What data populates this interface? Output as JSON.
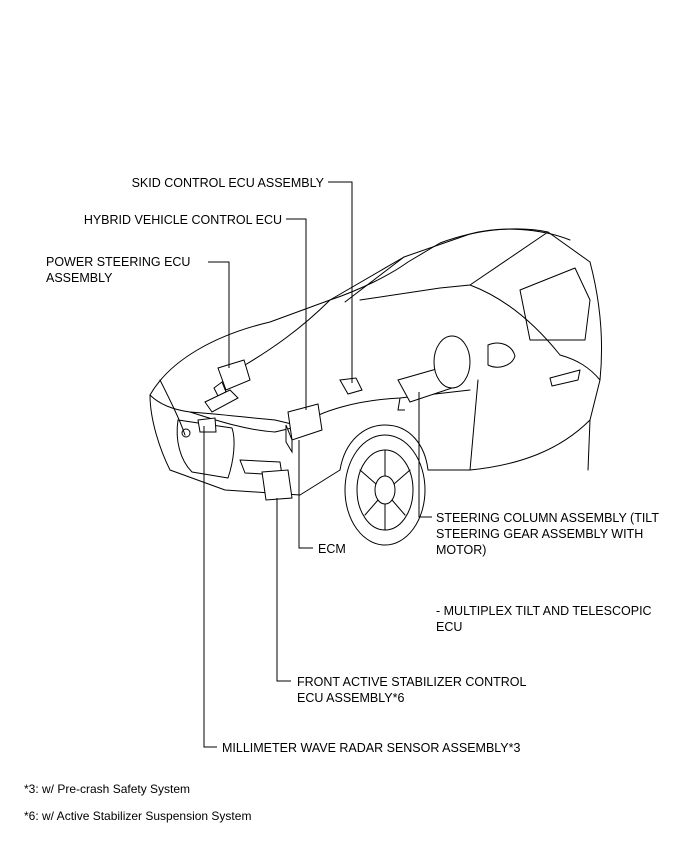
{
  "labels": {
    "skid_control": "SKID CONTROL ECU ASSEMBLY",
    "hybrid_vehicle": "HYBRID VEHICLE CONTROL ECU",
    "power_steering_line1": "POWER STEERING ECU",
    "power_steering_line2": "ASSEMBLY",
    "steering_column_line1": "STEERING COLUMN ASSEMBLY (TILT",
    "steering_column_line2": "STEERING GEAR ASSEMBLY WITH",
    "steering_column_line3": "MOTOR)",
    "ecm": "ECM",
    "multiplex_line1": "- MULTIPLEX TILT AND TELESCOPIC",
    "multiplex_line2": "ECU",
    "front_active_line1": "FRONT ACTIVE STABILIZER CONTROL",
    "front_active_line2": "ECU ASSEMBLY*6",
    "millimeter_wave": "MILLIMETER WAVE RADAR SENSOR ASSEMBLY*3"
  },
  "footnotes": {
    "note3": "*3: w/ Pre-crash Safety System",
    "note6": "*6: w/ Active Stabilizer Suspension System"
  }
}
